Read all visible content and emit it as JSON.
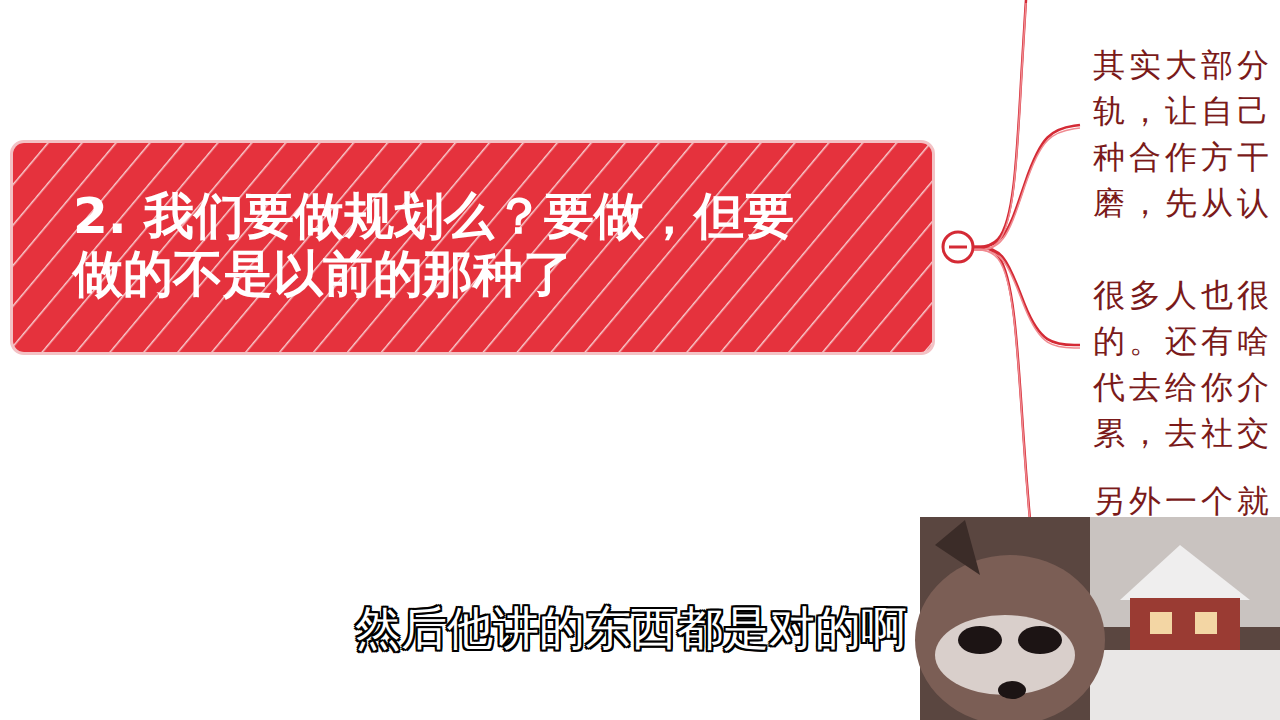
{
  "diagram": {
    "nodes": [
      {
        "text": [
          "2. 我们要做规划么？要做，但要做的不是以前的那种了"
        ]
      }
    ],
    "labels": [
      "其实大部分 轨，让自己 种合作方干 磨，先从认",
      "很多人也很 的。还有啥 代去给你介 累，去社交",
      "另外一个就",
      "然后他讲的东西都是对的啊"
    ]
  }
}
